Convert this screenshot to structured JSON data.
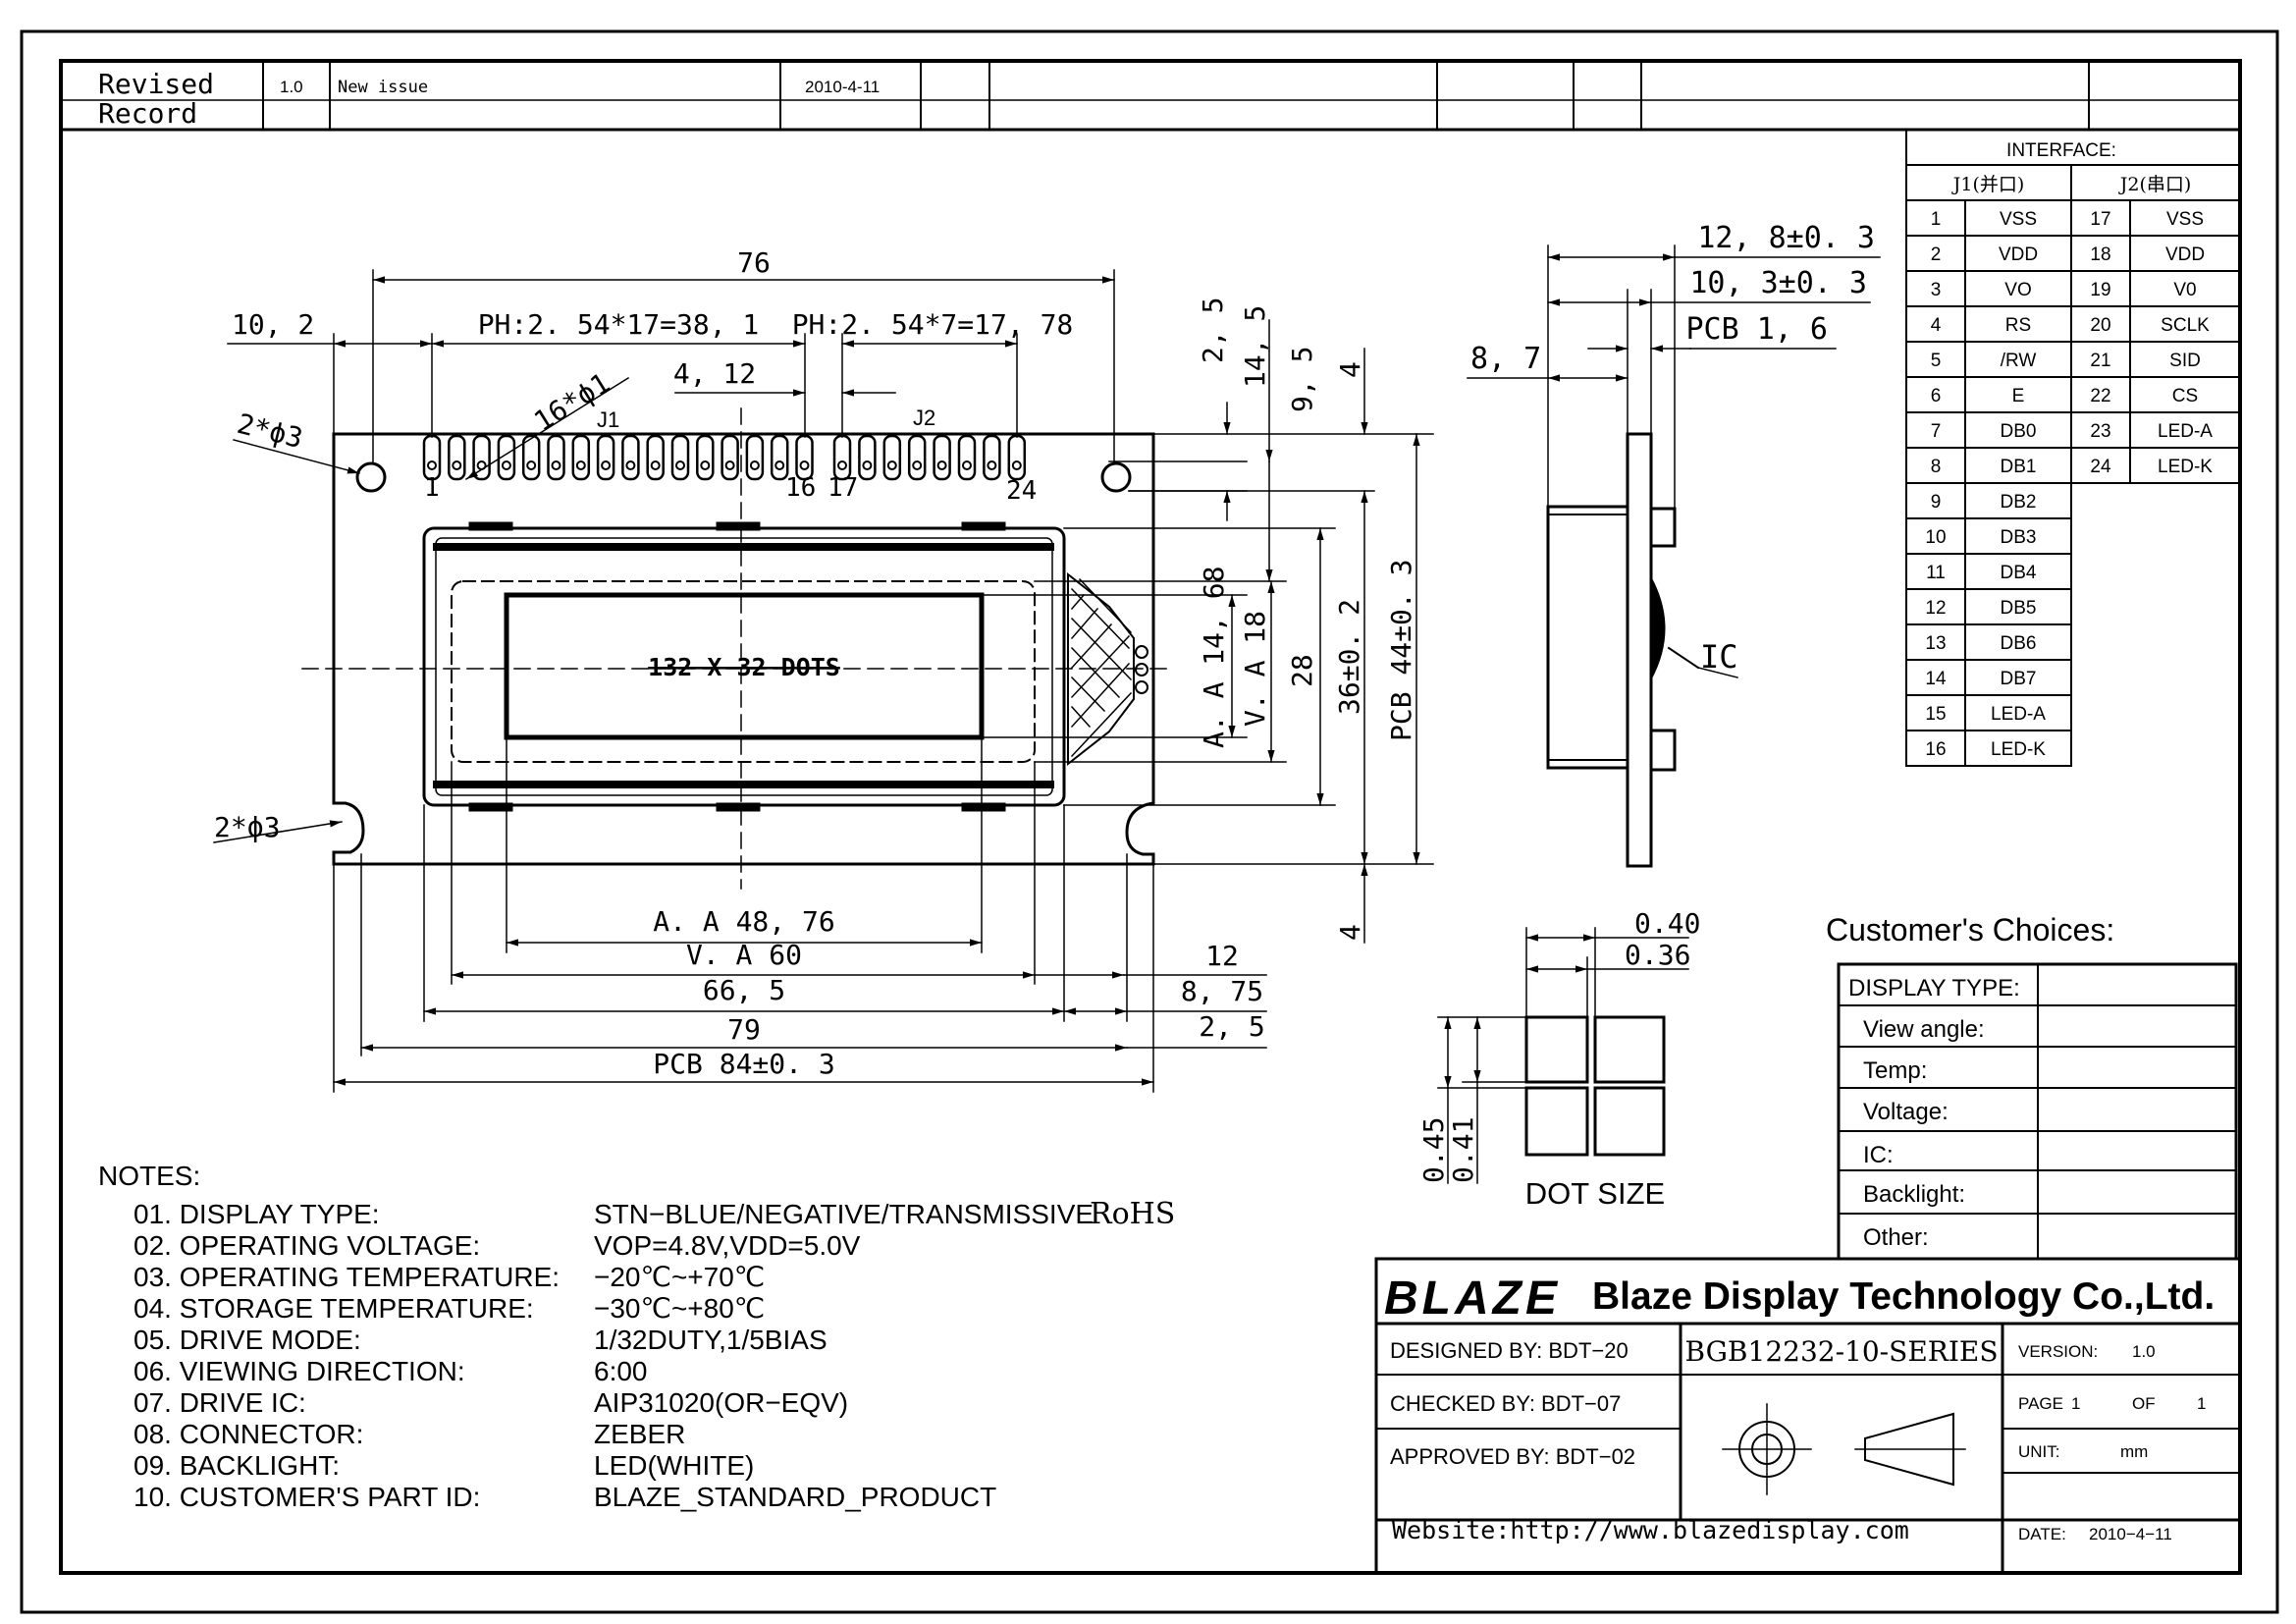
{
  "revision": {
    "label_line1": "Revised",
    "label_line2": "Record",
    "version": "1.0",
    "description": "New issue",
    "date": "2010-4-11"
  },
  "interface": {
    "title": "INTERFACE:",
    "j1_header": "J1(并口)",
    "j2_header": "J2(串口)",
    "j1_pins": [
      {
        "no": "1",
        "name": "VSS"
      },
      {
        "no": "2",
        "name": "VDD"
      },
      {
        "no": "3",
        "name": "VO"
      },
      {
        "no": "4",
        "name": "RS"
      },
      {
        "no": "5",
        "name": "/RW"
      },
      {
        "no": "6",
        "name": "E"
      },
      {
        "no": "7",
        "name": "DB0"
      },
      {
        "no": "8",
        "name": "DB1"
      },
      {
        "no": "9",
        "name": "DB2"
      },
      {
        "no": "10",
        "name": "DB3"
      },
      {
        "no": "11",
        "name": "DB4"
      },
      {
        "no": "12",
        "name": "DB5"
      },
      {
        "no": "13",
        "name": "DB6"
      },
      {
        "no": "14",
        "name": "DB7"
      },
      {
        "no": "15",
        "name": "LED-A"
      },
      {
        "no": "16",
        "name": "LED-K"
      }
    ],
    "j2_pins": [
      {
        "no": "17",
        "name": "VSS"
      },
      {
        "no": "18",
        "name": "VDD"
      },
      {
        "no": "19",
        "name": "V0"
      },
      {
        "no": "20",
        "name": "SCLK"
      },
      {
        "no": "21",
        "name": "SID"
      },
      {
        "no": "22",
        "name": "CS"
      },
      {
        "no": "23",
        "name": "LED-A"
      },
      {
        "no": "24",
        "name": "LED-K"
      }
    ]
  },
  "front_view": {
    "dim_76": "76",
    "dim_10_2": "10, 2",
    "dim_ph1": "PH:2. 54*17=38, 1",
    "dim_ph2": "PH:2. 54*7=17, 78",
    "dim_4_12": "4, 12",
    "dim_16phi1": "16*ϕ1",
    "dim_2phi3_top": "2*ϕ3",
    "dim_2phi3_bottom": "2*ϕ3",
    "label_j1": "J1",
    "label_j2": "J2",
    "pin_1": "1",
    "pin_16": "16",
    "pin_17": "17",
    "pin_24": "24",
    "dots_label": "132 X 32 DOTS",
    "dim_aa_48_76": "A. A 48, 76",
    "dim_va_60": "V. A 60",
    "dim_66_5": "66, 5",
    "dim_79": "79",
    "dim_pcb_84": "PCB 84±0. 3",
    "dim_12": "12",
    "dim_8_75": "8, 75",
    "dim_2_5_bottom": "2, 5",
    "dim_2_5_right": "2, 5",
    "dim_14_5": "14, 5",
    "dim_9_5": "9, 5",
    "dim_4_top": "4",
    "dim_aa_14_68": "A. A 14, 68",
    "dim_va_18": "V. A 18",
    "dim_28": "28",
    "dim_36": "36±0. 2",
    "dim_pcb_44": "PCB 44±0. 3",
    "dim_4_bottom": "4"
  },
  "side_view": {
    "dim_12_8": "12, 8±0. 3",
    "dim_10_3": "10, 3±0. 3",
    "dim_pcb_1_6": "PCB 1, 6",
    "dim_8_7": "8, 7",
    "label_ic": "IC"
  },
  "dot_size": {
    "label": "DOT SIZE",
    "dim_0_40": "0.40",
    "dim_0_36": "0.36",
    "dim_0_45": "0.45",
    "dim_0_41": "0.41"
  },
  "notes": {
    "title": "NOTES:",
    "items": [
      {
        "label": "01.  DISPLAY  TYPE:",
        "value": "STN−BLUE/NEGATIVE/TRANSMISSIVE",
        "extra": "RoHS"
      },
      {
        "label": "02.  OPERATING  VOLTAGE:",
        "value": "VOP=4.8V,VDD=5.0V"
      },
      {
        "label": "03.  OPERATING  TEMPERATURE:",
        "value": "−20℃~+70℃"
      },
      {
        "label": "04.  STORAGE  TEMPERATURE:",
        "value": "−30℃~+80℃"
      },
      {
        "label": "05.  DRIVE  MODE:",
        "value": "1/32DUTY,1/5BIAS"
      },
      {
        "label": "06.  VIEWING  DIRECTION:",
        "value": "6:00"
      },
      {
        "label": "07.  DRIVE  IC:",
        "value": "AIP31020(OR−EQV)"
      },
      {
        "label": "08.  CONNECTOR:",
        "value": "ZEBER"
      },
      {
        "label": "09.  BACKLIGHT:",
        "value": "LED(WHITE)"
      },
      {
        "label": "10.  CUSTOMER'S  PART  ID:",
        "value": "BLAZE_STANDARD_PRODUCT"
      }
    ]
  },
  "customer_choices": {
    "title": "Customer's  Choices:",
    "rows": [
      "DISPLAY TYPE:",
      "View angle:",
      "Temp:",
      "Voltage:",
      "IC:",
      "Backlight:",
      "Other:"
    ]
  },
  "title_block": {
    "logo": "BLAZE",
    "company": "Blaze Display Technology Co.,Ltd.",
    "designed_by": "DESIGNED  BY:  BDT−20",
    "checked_by": "CHECKED  BY:  BDT−07",
    "approved_by": "APPROVED  BY: BDT−02",
    "model": "BGB12232-10-SERIES",
    "version_label": "VERSION:",
    "version_value": "1.0",
    "page_label": "PAGE",
    "page_value": "1",
    "of_label": "OF",
    "of_value": "1",
    "unit_label": "UNIT:",
    "unit_value": "mm",
    "date_label": "DATE:",
    "date_value": "2010−4−11",
    "website": "Website:http://www.blazedisplay.com"
  }
}
